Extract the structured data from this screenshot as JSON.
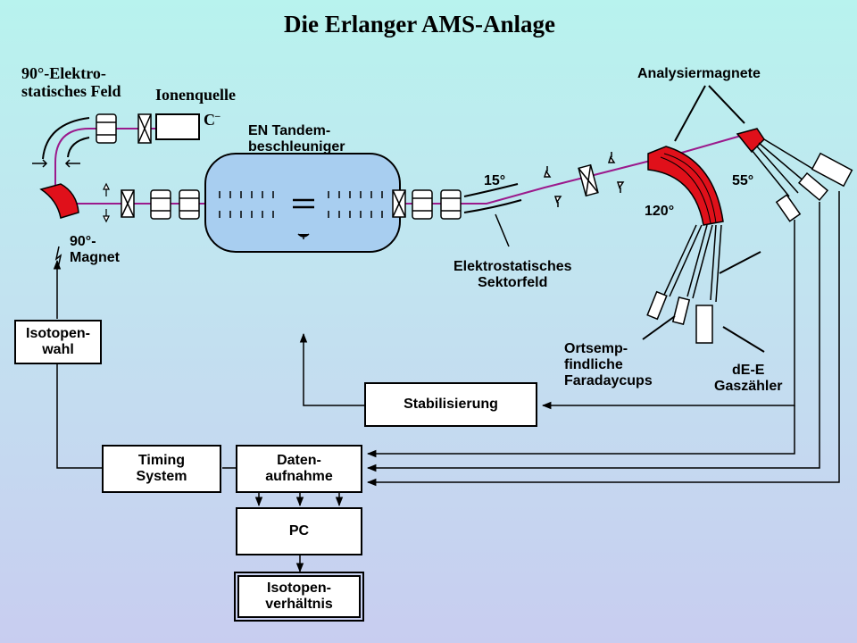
{
  "title": "Die Erlanger AMS-Anlage",
  "labels": {
    "esa_90_line1": "90°-Elektro-",
    "esa_90_line2": "statisches Feld",
    "ion_source": "Ionenquelle",
    "c_minus": "C",
    "c_minus_sup": "–",
    "tandem_line1": "EN Tandem-",
    "tandem_line2": "beschleuniger",
    "magnet_90_line1": "90°-",
    "magnet_90_line2": "Magnet",
    "angle_15": "15°",
    "esa_sector_line1": "Elektrostatisches",
    "esa_sector_line2": "Sektorfeld",
    "analysis_magnets": "Analysiermagnete",
    "angle_55": "55°",
    "angle_120": "120°",
    "faraday_line1": "Ortsemp-",
    "faraday_line2": "findliche",
    "faraday_line3": "Faradaycups",
    "gas_line1": "dE-E",
    "gas_line2": "Gaszähler"
  },
  "boxes": {
    "isotope_select_line1": "Isotopen-",
    "isotope_select_line2": "wahl",
    "stabilization": "Stabilisierung",
    "timing_line1": "Timing",
    "timing_line2": "System",
    "daq_line1": "Daten-",
    "daq_line2": "aufnahme",
    "pc": "PC",
    "ratio_line1": "Isotopen-",
    "ratio_line2": "verhältnis"
  },
  "colors": {
    "beam": "#9b1a8c",
    "magnet": "#e0101a",
    "tandem": "#a8cef0"
  }
}
